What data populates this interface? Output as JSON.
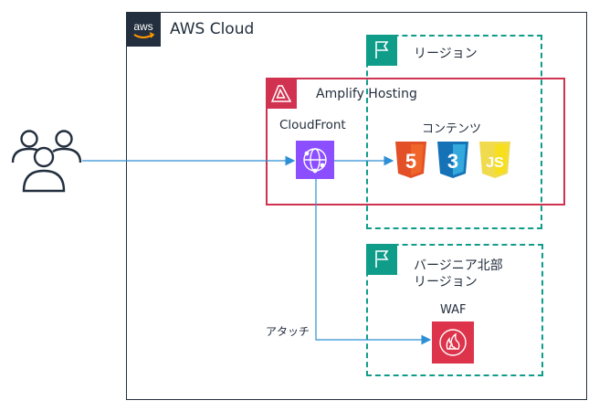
{
  "aws_cloud": {
    "title": "AWS Cloud",
    "logo_text": "aws"
  },
  "regions": [
    {
      "label": "リージョン"
    },
    {
      "label_line1": "バージニア北部",
      "label_line2": "リージョン"
    }
  ],
  "amplify": {
    "title": "Amplify Hosting"
  },
  "cloudfront": {
    "label": "CloudFront"
  },
  "contents": {
    "label": "コンテンツ",
    "files": [
      "5",
      "3",
      "JS"
    ]
  },
  "waf": {
    "label": "WAF"
  },
  "attach": {
    "label": "アタッチ"
  },
  "colors": {
    "aws_dark": "#232f3e",
    "region_teal": "#0f9d8a",
    "amplify_red": "#d13250",
    "cloudfront_purple": "#8c4fff",
    "waf_red": "#dd344c",
    "arrow_blue": "#2d8fd5",
    "html5": "#e34f26",
    "css3": "#1572b6",
    "js": "#f0db4f"
  }
}
